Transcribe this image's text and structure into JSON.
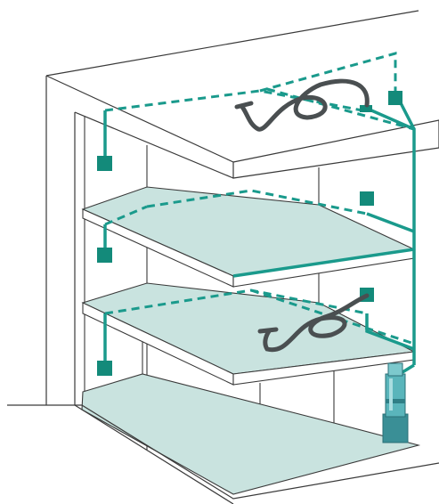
{
  "diagram": {
    "subject": "building-cutaway-central-vacuum",
    "floors": [
      {
        "id": "top-floor",
        "hose": true,
        "inlet_count": 2
      },
      {
        "id": "middle-floor",
        "hose": false,
        "inlet_count": 2
      },
      {
        "id": "lower-floor",
        "hose": true,
        "inlet_count": 2
      },
      {
        "id": "basement",
        "hose": false,
        "inlet_count": 0
      }
    ],
    "unit": {
      "location": "basement",
      "icon": "central-vacuum-unit-icon"
    }
  },
  "colors": {
    "pipe": "#1a9a8c",
    "inlet": "#138a7a",
    "floor_fill": "#c9e3df",
    "hose": "#4a4f51",
    "outline": "#3a3a3a",
    "background": "#ffffff"
  }
}
